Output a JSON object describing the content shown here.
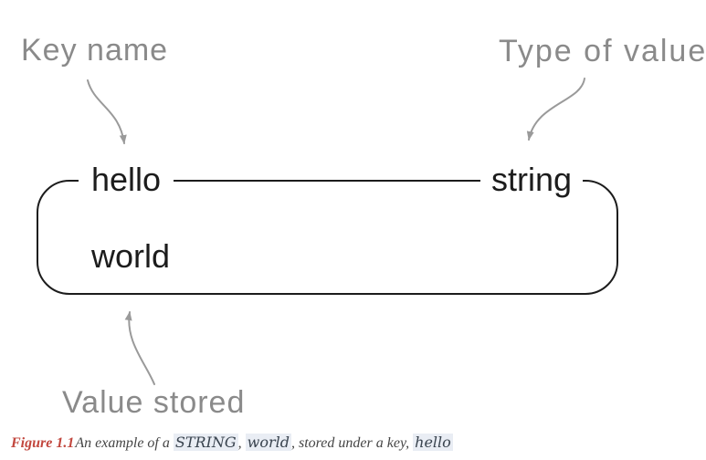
{
  "diagram": {
    "labels": {
      "key_name": "Key name",
      "type_of_value": "Type of value",
      "value_stored": "Value stored"
    },
    "box": {
      "key": "hello",
      "type": "string",
      "value": "world"
    },
    "arrows": [
      {
        "name": "key-name-arrow",
        "from": "Key name",
        "to": "hello"
      },
      {
        "name": "type-of-value-arrow",
        "from": "Type of value",
        "to": "string"
      },
      {
        "name": "value-stored-arrow",
        "from": "Value stored",
        "to": "world"
      }
    ]
  },
  "caption": {
    "figure_label": "Figure 1.1",
    "text_before": "An example of a ",
    "code_1": "STRING",
    "sep_1": ", ",
    "code_2": "world",
    "text_mid": ", stored under a key, ",
    "code_3": "hello"
  },
  "colors": {
    "label_gray": "#8a8a8a",
    "arrow_gray": "#9a9a9a",
    "box_border": "#1c1c1c",
    "diagram_text": "#1c1c1c",
    "figure_red": "#c2473e",
    "code_background": "#e9edf4",
    "code_text": "#39434e",
    "caption_text": "#454545"
  }
}
